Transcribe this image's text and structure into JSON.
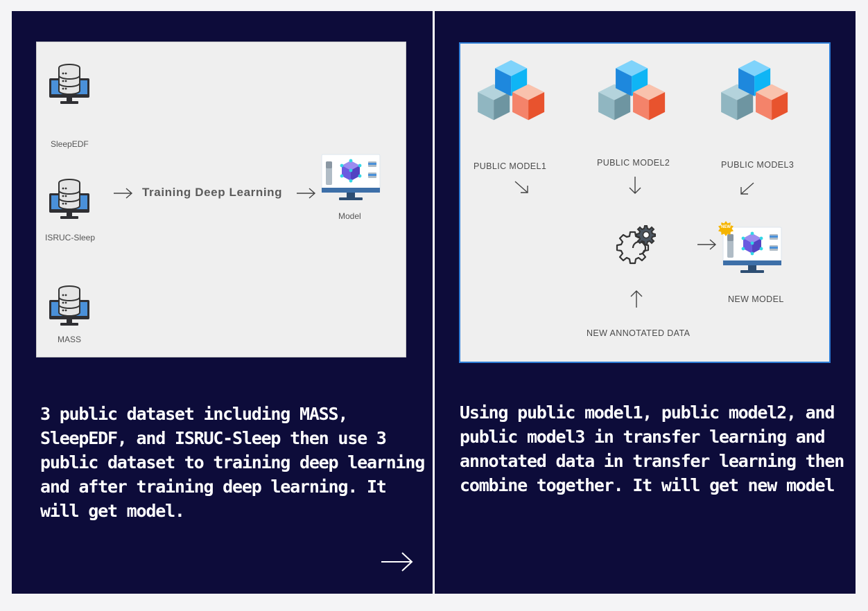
{
  "left_panel": {
    "datasets": [
      {
        "label": "SleepEDF",
        "icon": "database-monitor-icon"
      },
      {
        "label": "ISRUC-Sleep",
        "icon": "database-monitor-icon"
      },
      {
        "label": "MASS",
        "icon": "database-monitor-icon"
      }
    ],
    "process_label": "Training Deep Learning",
    "output_label": "Model",
    "output_icon": "model-monitor-icon",
    "caption": "3 public dataset including MASS, SleepEDF, and ISRUC-Sleep then use 3 public dataset to training deep learning and after training deep learning. It will get model."
  },
  "right_panel": {
    "models": [
      {
        "label": "PUBLIC MODEL1",
        "icon": "cubes-icon"
      },
      {
        "label": "PUBLIC MODEL2",
        "icon": "cubes-icon"
      },
      {
        "label": "PUBLIC MODEL3",
        "icon": "cubes-icon"
      }
    ],
    "process_icon": "gears-icon",
    "data_label": "NEW ANNOTATED DATA",
    "output_label": "NEW MODEL",
    "output_badge": "NEW",
    "output_icon": "model-monitor-icon",
    "caption": "Using public model1, public model2, and public model3 in transfer learning and annotated data in transfer learning then combine together. It will get new model"
  },
  "navigation": {
    "next_icon": "arrow-right-icon"
  },
  "colors": {
    "panel_background": "#0d0c3a",
    "diagram_background": "#efefef",
    "diagram_border_right": "#2f7fd8",
    "caption_text": "#ffffff",
    "cube_blue": "#1a8fe0",
    "cube_gray": "#8fb3be",
    "cube_orange": "#f2734f"
  }
}
